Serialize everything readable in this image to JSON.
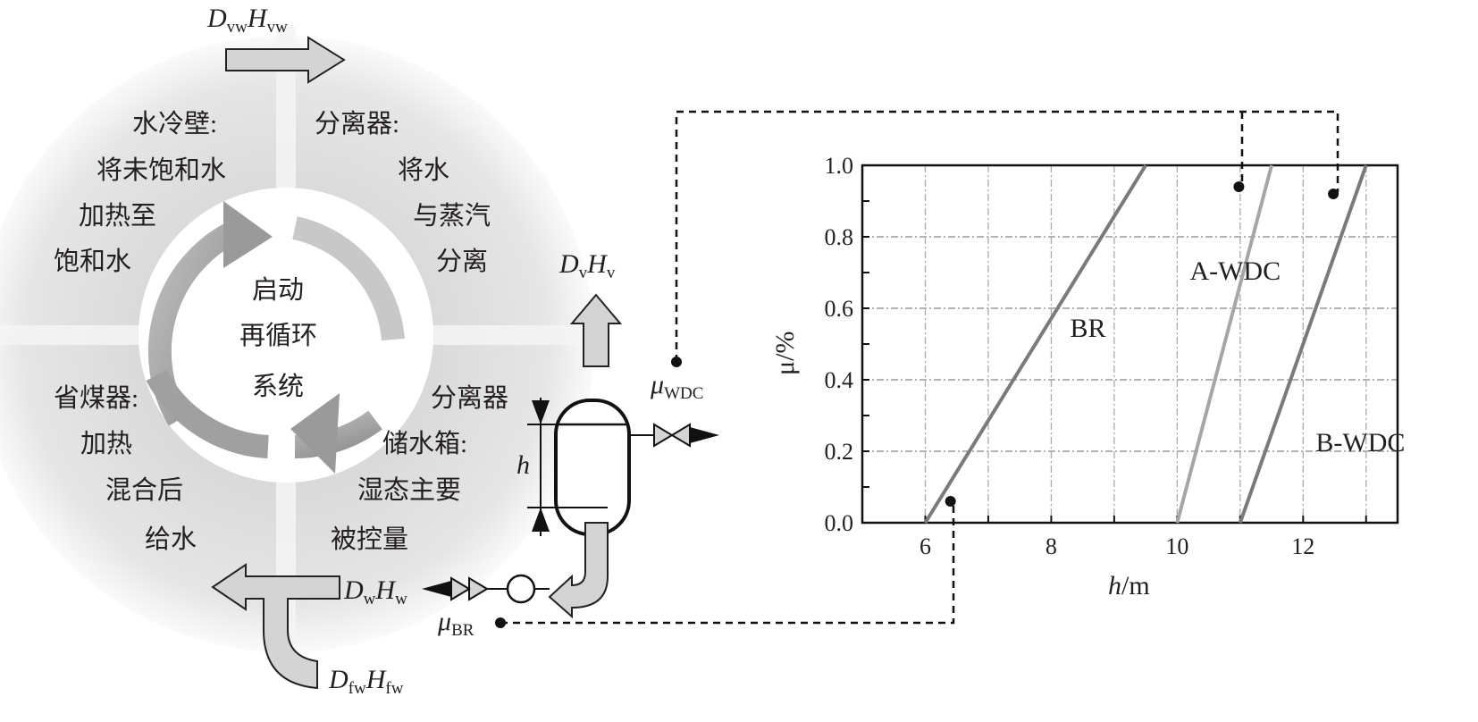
{
  "cycle": {
    "center": [
      "启动",
      "再循环",
      "系统"
    ],
    "waterwall": [
      "水冷壁:",
      "将未饱和水",
      "加热至",
      "饱和水"
    ],
    "separator": [
      "分离器:",
      "将水",
      "与蒸汽",
      "分离"
    ],
    "economizer": [
      "省煤器:",
      "加热",
      "混合后",
      "给水"
    ],
    "tank": [
      "分离器",
      "储水箱:",
      "湿态主要",
      "被控量"
    ]
  },
  "flows": {
    "vw": {
      "D": "D",
      "H": "H",
      "sub": "vw"
    },
    "v": {
      "D": "D",
      "H": "H",
      "sub": "v"
    },
    "w": {
      "D": "D",
      "H": "H",
      "sub": "w"
    },
    "fw": {
      "D": "D",
      "H": "H",
      "sub": "fw"
    },
    "mu_wdc": {
      "mu": "μ",
      "sub": "WDC"
    },
    "mu_br": {
      "mu": "μ",
      "sub": "BR"
    },
    "h": "h"
  },
  "chart_data": {
    "type": "line",
    "xlabel": "h/m",
    "ylabel": "μ/%",
    "xlim": [
      5,
      13.5
    ],
    "ylim": [
      0,
      1.0
    ],
    "xticks": [
      "6",
      "8",
      "10",
      "12"
    ],
    "xtick_values": [
      6,
      8,
      10,
      12
    ],
    "yticks": [
      "0.0",
      "0.2",
      "0.4",
      "0.6",
      "0.8",
      "1.0"
    ],
    "ytick_values": [
      0,
      0.2,
      0.4,
      0.6,
      0.8,
      1.0
    ],
    "grid": true,
    "series": [
      {
        "name": "BR",
        "x": [
          6.0,
          9.5
        ],
        "y": [
          0,
          1.0
        ],
        "color": "#7a7a7a"
      },
      {
        "name": "A-WDC",
        "x": [
          10.0,
          11.5
        ],
        "y": [
          0,
          1.0
        ],
        "color": "#a6a6a6"
      },
      {
        "name": "B-WDC",
        "x": [
          11.0,
          13.0
        ],
        "y": [
          0,
          1.0
        ],
        "color": "#7a7a7a"
      }
    ],
    "series_labels": [
      {
        "text": "BR",
        "x": 8.3,
        "y": 0.52
      },
      {
        "text": "A-WDC",
        "x": 10.2,
        "y": 0.68
      },
      {
        "text": "B-WDC",
        "x": 12.2,
        "y": 0.2
      }
    ],
    "markers": [
      {
        "name": "BR",
        "x": 6.4,
        "y": 0.06
      },
      {
        "name": "A-WDC",
        "x": 10.98,
        "y": 0.94
      },
      {
        "name": "B-WDC",
        "x": 12.48,
        "y": 0.92
      }
    ]
  }
}
